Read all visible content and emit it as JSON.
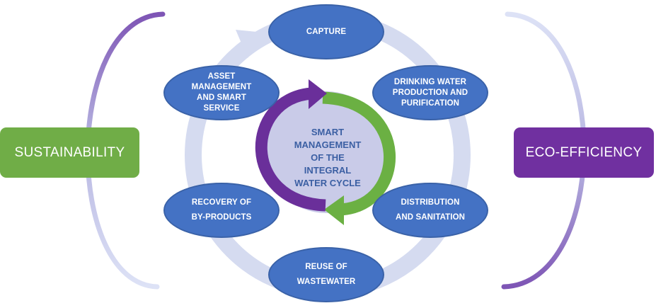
{
  "center": {
    "title": "SMART\nMANAGEMENT\nOF THE\nINTEGRAL\nWATER CYCLE"
  },
  "cycle_steps": [
    {
      "id": "capture",
      "label": "CAPTURE"
    },
    {
      "id": "drinking-water",
      "label": "DRINKING WATER PRODUCTION AND PURIFICATION"
    },
    {
      "id": "distribution",
      "label": "DISTRIBUTION AND SANITATION"
    },
    {
      "id": "reuse",
      "label": "REUSE OF WASTEWATER"
    },
    {
      "id": "recovery",
      "label": "RECOVERY OF BY-PRODUCTS"
    },
    {
      "id": "asset-management",
      "label": "ASSET MANAGEMENT AND SMART SERVICE"
    }
  ],
  "left_box": {
    "label": "SUSTAINABILITY",
    "color": "#70ad47"
  },
  "right_box": {
    "label": "ECO-EFFICIENCY",
    "color": "#7030a0"
  },
  "colors": {
    "node": "#4472c4",
    "ring": "#d5dbf0",
    "center_fill": "#c9cbe8",
    "center_text": "#3b5fa3"
  }
}
